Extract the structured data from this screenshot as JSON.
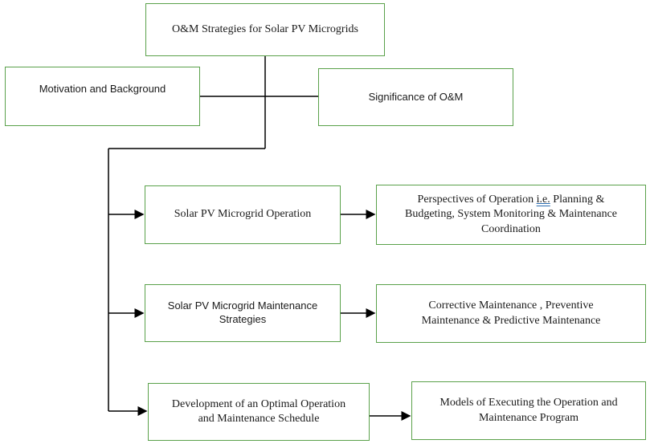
{
  "title_box": {
    "label": "O&M Strategies for Solar PV Microgrids"
  },
  "motivation_box": {
    "label": "Motivation and Background"
  },
  "significance_box": {
    "label": "Significance of O&M"
  },
  "operation_box": {
    "label": "Solar PV Microgrid Operation"
  },
  "perspectives_box": {
    "line1_prefix": "Perspectives of Operation ",
    "line1_ie": "i.e.",
    "line1_suffix": " Planning &",
    "line2": "Budgeting, System Monitoring & Maintenance",
    "line3": "Coordination"
  },
  "maintenance_box": {
    "line1": "Solar PV Microgrid Maintenance",
    "line2": "Strategies"
  },
  "corrective_box": {
    "line1": "Corrective Maintenance , Preventive",
    "line2": "Maintenance & Predictive Maintenance"
  },
  "schedule_box": {
    "line1": "Development of an Optimal Operation",
    "line2": "and Maintenance Schedule"
  },
  "models_box": {
    "line1": "Models of Executing the Operation and",
    "line2": "Maintenance Program"
  },
  "colors": {
    "box_border": "#5aa14a",
    "connector": "#000000"
  }
}
